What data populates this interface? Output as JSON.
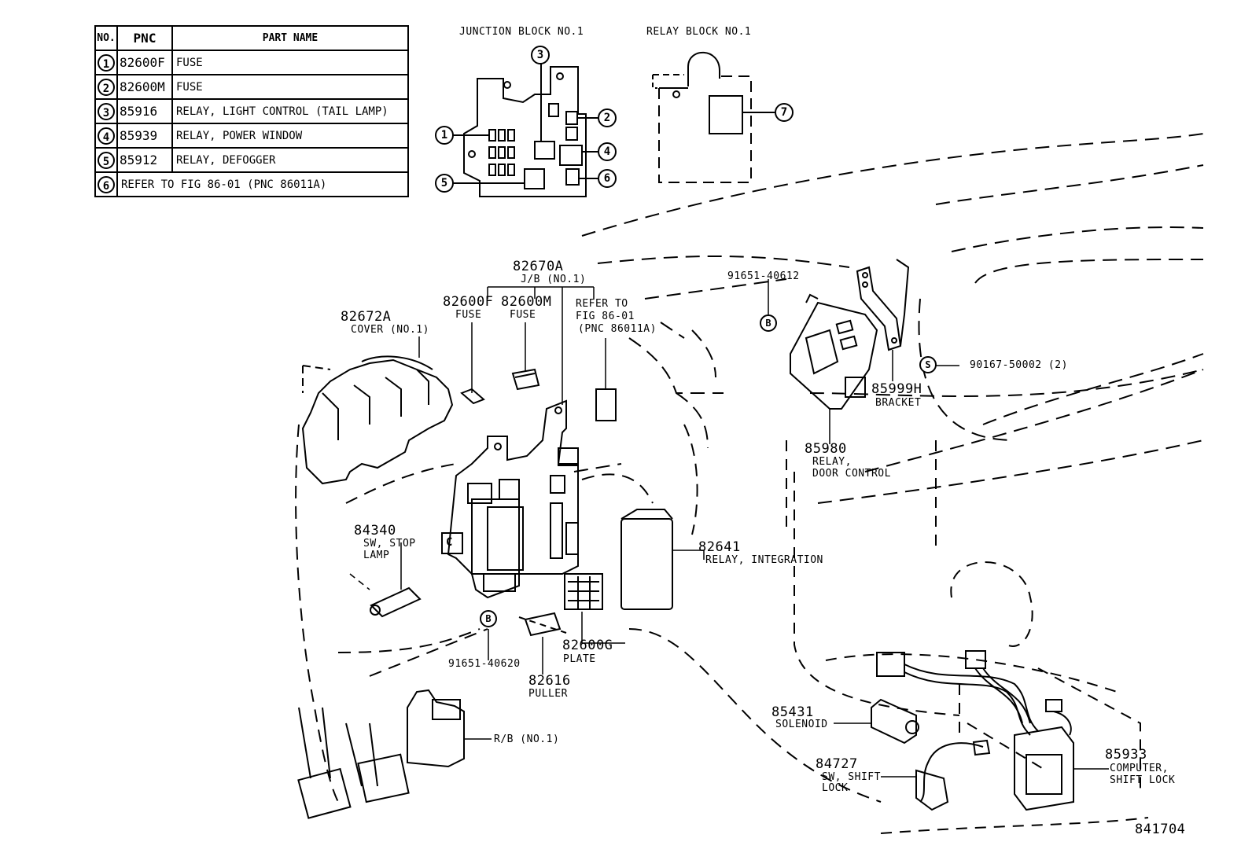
{
  "legend": {
    "headers": {
      "no": "NO.",
      "pnc": "PNC",
      "part_name": "PART NAME"
    },
    "rows": [
      {
        "no": "1",
        "pnc": "82600F",
        "name": "FUSE"
      },
      {
        "no": "2",
        "pnc": "82600M",
        "name": "FUSE"
      },
      {
        "no": "3",
        "pnc": "85916",
        "name": "RELAY, LIGHT CONTROL (TAIL LAMP)"
      },
      {
        "no": "4",
        "pnc": "85939",
        "name": "RELAY, POWER WINDOW"
      },
      {
        "no": "5",
        "pnc": "85912",
        "name": "RELAY, DEFOGGER"
      },
      {
        "no": "6",
        "pnc": "",
        "name": "REFER TO FIG 86-01 (PNC 86011A)"
      }
    ]
  },
  "insets": {
    "junction_block": "JUNCTION BLOCK NO.1",
    "relay_block": "RELAY BLOCK NO.1",
    "callouts": [
      "1",
      "2",
      "3",
      "4",
      "5",
      "6",
      "7"
    ]
  },
  "parts": {
    "jb_pnc": "82670A",
    "jb_name": "J/B (NO.1)",
    "fuse_f_pnc": "82600F",
    "fuse_f_name": "FUSE",
    "fuse_m_pnc": "82600M",
    "fuse_m_name": "FUSE",
    "refer_1": "REFER TO",
    "refer_2": "FIG 86-01",
    "refer_3": "(PNC 86011A)",
    "cover_pnc": "82672A",
    "cover_name": "COVER (NO.1)",
    "bolt_top_pnc": "91651-40612",
    "screw_pnc": "90167-50002 (2)",
    "bracket_pnc": "85999H",
    "bracket_name": "BRACKET",
    "door_relay_pnc": "85980",
    "door_relay_name_1": "RELAY,",
    "door_relay_name_2": "DOOR CONTROL",
    "stop_sw_pnc": "84340",
    "stop_sw_name_1": "SW, STOP",
    "stop_sw_name_2": "LAMP",
    "integration_pnc": "82641",
    "integration_name": "RELAY, INTEGRATION",
    "bolt_bottom_pnc": "91651-40620",
    "puller_pnc": "82616",
    "puller_name": "PULLER",
    "plate_pnc": "82600G",
    "plate_name": "PLATE",
    "rb_name": "R/B (NO.1)",
    "solenoid_pnc": "85431",
    "solenoid_name": "SOLENOID",
    "shift_sw_pnc": "84727",
    "shift_sw_name_1": "SW, SHIFT",
    "shift_sw_name_2": "LOCK",
    "shift_comp_pnc": "85933",
    "shift_comp_name_1": "COMPUTER,",
    "shift_comp_name_2": "SHIFT LOCK",
    "mark_b": "B",
    "mark_s": "S",
    "mark_c": "C"
  },
  "figure_number": "841704"
}
